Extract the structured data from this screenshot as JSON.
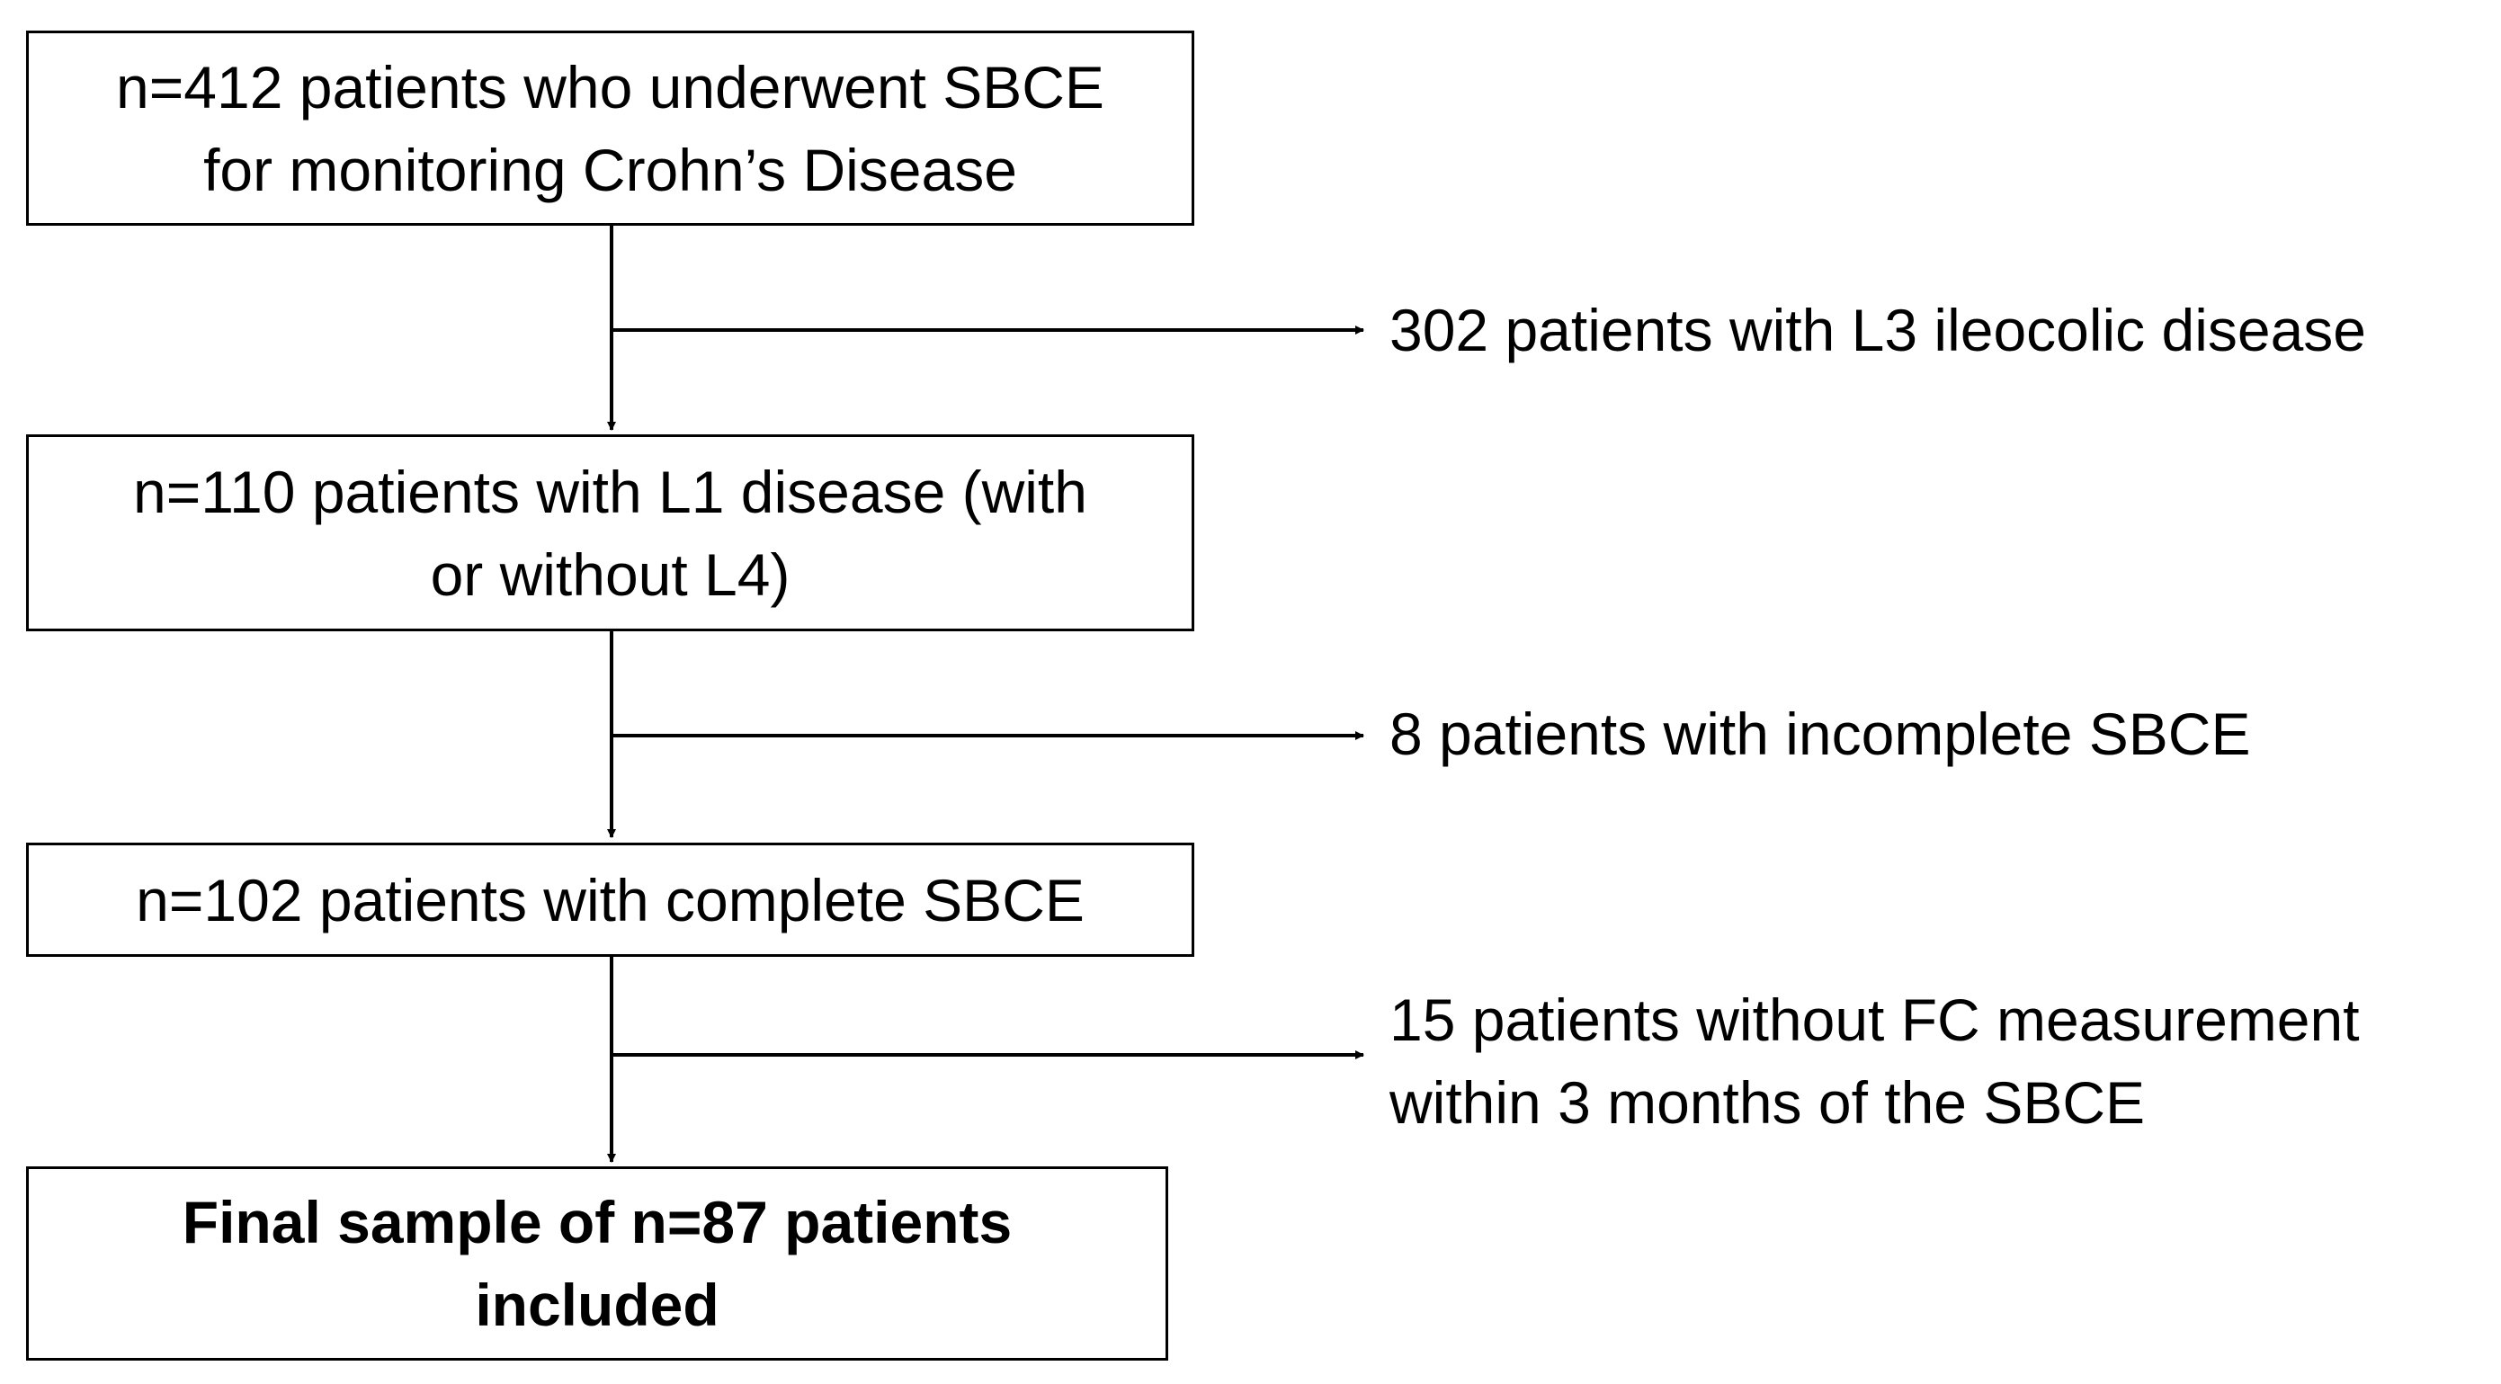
{
  "flowchart": {
    "boxes": [
      {
        "id": "enrolled",
        "lines": [
          "n=412 patients who underwent SBCE",
          "for monitoring Crohn’s Disease"
        ],
        "bold": false
      },
      {
        "id": "l1-disease",
        "lines": [
          "n=110 patients with L1 disease (with",
          "or without L4)"
        ],
        "bold": false
      },
      {
        "id": "complete-sbce",
        "lines": [
          "n=102 patients with complete SBCE"
        ],
        "bold": false
      },
      {
        "id": "final-sample",
        "lines": [
          "Final sample of n=87 patients",
          "included"
        ],
        "bold": true
      }
    ],
    "exclusions": [
      {
        "id": "excluded-l3",
        "lines": [
          "302 patients with L3 ileocolic disease"
        ]
      },
      {
        "id": "excluded-incomplete",
        "lines": [
          "8 patients with incomplete SBCE"
        ]
      },
      {
        "id": "excluded-no-fc",
        "lines": [
          "15 patients without FC measurement",
          "within 3 months of the SBCE"
        ]
      }
    ]
  }
}
